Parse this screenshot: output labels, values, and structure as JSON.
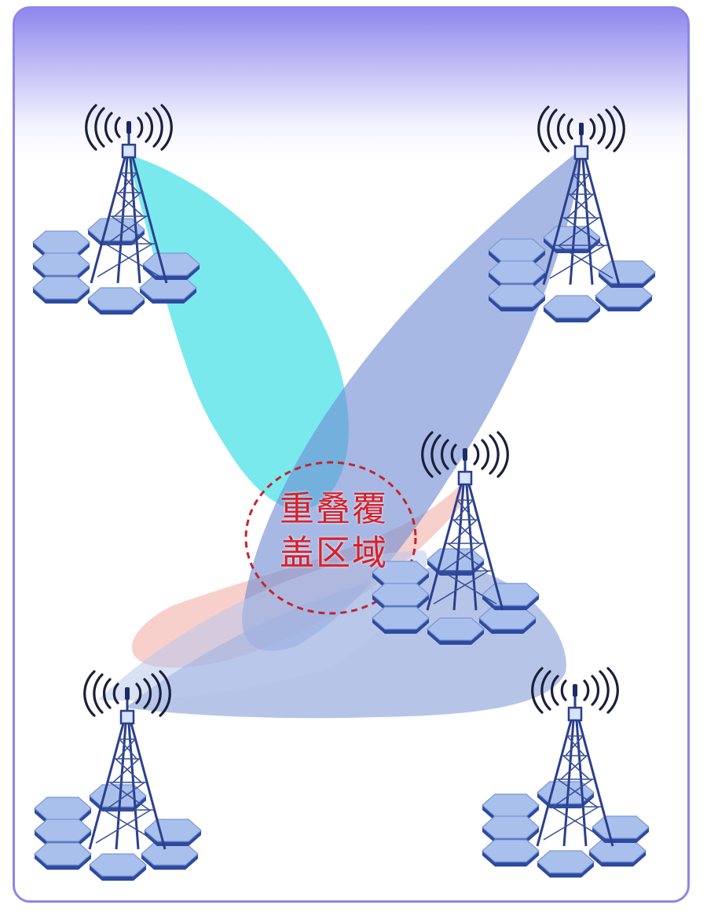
{
  "overlap_region": {
    "label_line1": "重叠覆",
    "label_line2": "盖区域"
  },
  "colors": {
    "frame_border": "#8f86e6",
    "beam_cyan": "#4fe3ea",
    "beam_blue": "#7c98d6",
    "beam_pink": "#f0a8a0",
    "hex_cell": "#9fb7e6",
    "tower": "#2b3f8c",
    "label": "#d7202a"
  },
  "towers": [
    {
      "name": "tower-top-left",
      "icon": "cell-tower-icon"
    },
    {
      "name": "tower-top-right",
      "icon": "cell-tower-icon"
    },
    {
      "name": "tower-middle-right",
      "icon": "cell-tower-icon"
    },
    {
      "name": "tower-bottom-left",
      "icon": "cell-tower-icon"
    },
    {
      "name": "tower-bottom-right",
      "icon": "cell-tower-icon"
    }
  ]
}
